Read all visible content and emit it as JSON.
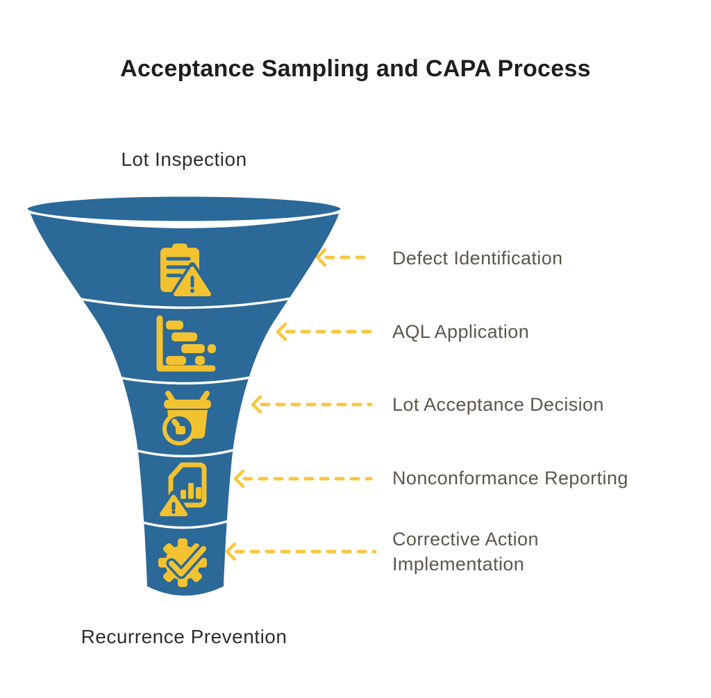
{
  "title": "Acceptance Sampling and CAPA Process",
  "funnel": {
    "top_label": "Lot Inspection",
    "bottom_label": "Recurrence Prevention",
    "stages": [
      {
        "label": "Defect Identification",
        "icon": "clipboard-warning-icon"
      },
      {
        "label": "AQL Application",
        "icon": "gantt-chart-icon"
      },
      {
        "label": "Lot Acceptance Decision",
        "icon": "basket-approval-icon"
      },
      {
        "label": "Nonconformance Reporting",
        "icon": "report-warning-icon"
      },
      {
        "label": "Corrective Action Implementation",
        "icon": "gear-check-icon"
      }
    ]
  },
  "colors": {
    "funnel": "#2B6998",
    "icon": "#F2C230",
    "arrow": "#F8C63E",
    "label": "#5C564B",
    "heading": "#1E1E1E",
    "dark": "#2D2D2D"
  }
}
